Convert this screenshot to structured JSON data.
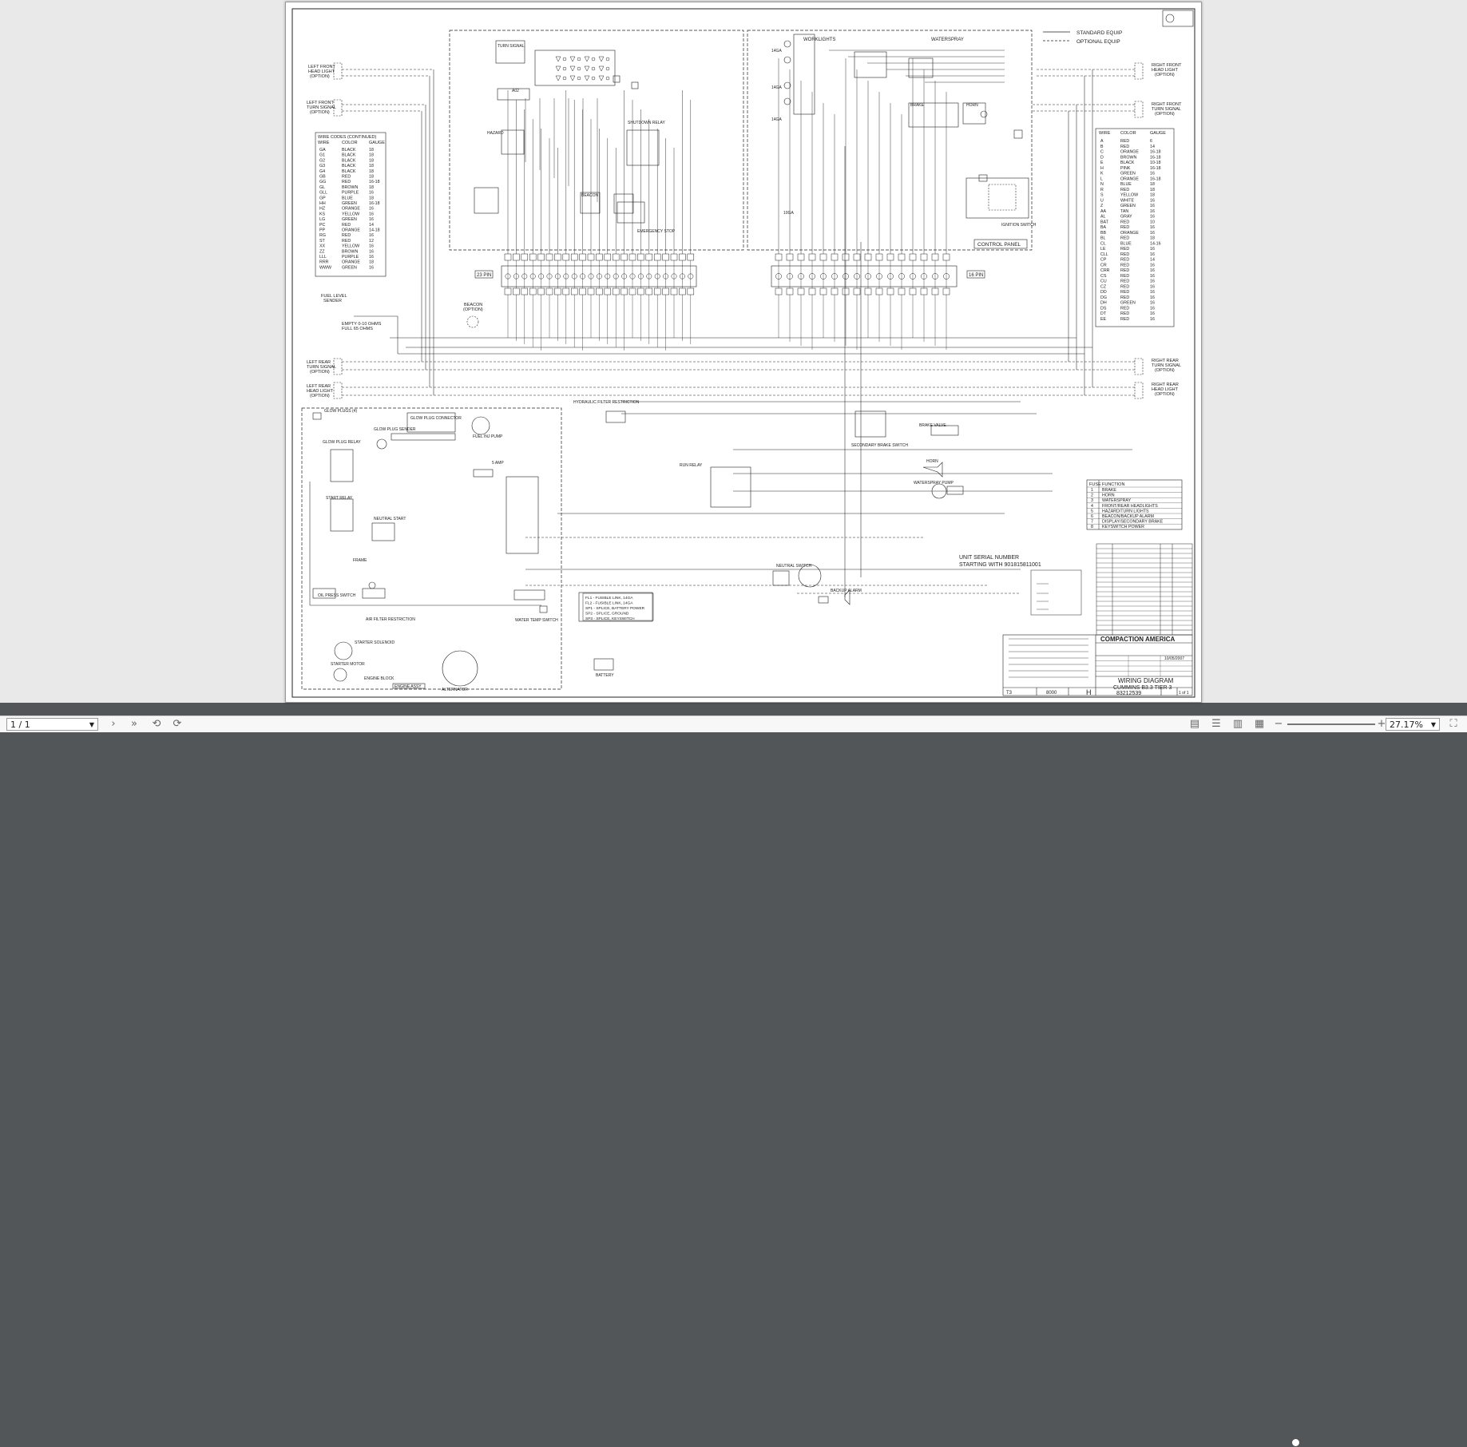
{
  "document": {
    "file_dims": "43.94 X 33.94 inch"
  },
  "toolbar": {
    "page_indicator": "1 / 1",
    "zoom_value": "27.17%",
    "zoom_out": "−",
    "zoom_in": "+"
  },
  "drawing": {
    "legend": {
      "standard": "STANDARD EQUIP",
      "optional": "OPTIONAL EQUIP"
    },
    "headers": {
      "worklights": "WORKLIGHTS",
      "waterspray": "WATERSPRAY",
      "control_panel": "CONTROL PANEL"
    },
    "left_labels": {
      "front_head": [
        "LEFT FRONT",
        "HEAD LIGHT",
        "(OPTION)"
      ],
      "front_turn": [
        "LEFT FRONT",
        "TURN SIGNAL",
        "(OPTION)"
      ],
      "rear_turn": [
        "LEFT REAR",
        "TURN SIGNAL",
        "(OPTION)"
      ],
      "rear_head": [
        "LEFT REAR",
        "HEAD LIGHT",
        "(OPTION)"
      ],
      "fuel_level": [
        "FUEL LEVEL",
        "SENDER"
      ],
      "fuel_values": [
        "EMPTY 0-10 OHMS",
        "FULL    65 OHMS"
      ],
      "beacon": [
        "BEACON",
        "(OPTION)"
      ]
    },
    "right_labels": {
      "front_head": [
        "RIGHT FRONT",
        "HEAD LIGHT",
        "(OPTION)"
      ],
      "front_turn": [
        "RIGHT FRONT",
        "TURN SIGNAL",
        "(OPTION)"
      ],
      "rear_turn": [
        "RIGHT REAR",
        "TURN SIGNAL",
        "(OPTION)"
      ],
      "rear_head": [
        "RIGHT REAR",
        "HEAD LIGHT",
        "(OPTION)"
      ]
    },
    "components": {
      "turn_signal": "TURN SIGNAL",
      "hazard": "HAZARD",
      "shutdown_relay": "SHUTDOWN RELAY",
      "beacon_sw": "BEACON",
      "emergency_stop": "EMERGENCY STOP",
      "brake": "BRAKE",
      "horn": "HORN",
      "ignition_switch": "IGNITION SWITCH",
      "pin23": "23 PIN",
      "pin16": "16 PIN",
      "glow_plugs": "GLOW PLUGS (4)",
      "glow_plug_connector": "GLOW PLUG CONNECTOR",
      "glow_plug_sender": "GLOW PLUG SENDER",
      "glow_plug_relay": "GLOW PLUG RELAY",
      "start_relay": "START RELAY",
      "neutral_start": "NEUTRAL START",
      "fuel_inj_pump": "FUEL INJ PUMP",
      "five_amp": "5 AMP",
      "frame": "FRAME",
      "hyd_filter": "HYDRAULIC FILTER RESTRICTION",
      "secondary_brake": "SECONDARY BRAKE SWITCH",
      "brake_valve": "BRAKE VALVE",
      "horn2": "HORN",
      "run_relay": "RUN RELAY",
      "waterspray_pump": "WATERSPRAY PUMP",
      "neutral_switch": "NEUTRAL SWITCH",
      "backup_alarm": "BACKUP ALARM",
      "oil_press": "OIL PRESS SWITCH",
      "air_filter": "AIR FILTER RESTRICTION",
      "water_temp": "WATER TEMP SWITCH",
      "starter_solenoid": "STARTER SOLENOID",
      "starter_motor": "STARTER MOTOR",
      "engine_block": "ENGINE BLOCK",
      "alternator": "ALTERNATOR",
      "battery": "BATTERY",
      "engine_assy": "ENGINE ASSY",
      "serial": [
        "UNIT SERIAL NUMBER",
        "STARTING WITH 901815811001"
      ]
    },
    "splices": [
      "FL1 - FUSIBLE LINK, 14GA",
      "FL2 - FUSIBLE LINK, 14GA",
      "SP1 - SPLICE, BATTERY POWER",
      "SP2 - SPLICE, GROUND",
      "SP3 - SPLICE, KEYSWITCH"
    ],
    "wire_codes_left": {
      "title": "WIRE CODES (CONTINUED)",
      "header": [
        "WIRE",
        "COLOR",
        "GAUGE"
      ],
      "rows": [
        [
          "GA",
          "BLACK",
          "18"
        ],
        [
          "G1",
          "BLACK",
          "18"
        ],
        [
          "G2",
          "BLACK",
          "18"
        ],
        [
          "G3",
          "BLACK",
          "18"
        ],
        [
          "G4",
          "BLACK",
          "18"
        ],
        [
          "GB",
          "RED",
          "18"
        ],
        [
          "GG",
          "RED",
          "16-18"
        ],
        [
          "GL",
          "BROWN",
          "18"
        ],
        [
          "GLL",
          "PURPLE",
          "16"
        ],
        [
          "GP",
          "BLUE",
          "18"
        ],
        [
          "HH",
          "GREEN",
          "16-18"
        ],
        [
          "HZ",
          "ORANGE",
          "16"
        ],
        [
          "KS",
          "YELLOW",
          "16"
        ],
        [
          "LG",
          "GREEN",
          "16"
        ],
        [
          "PC",
          "RED",
          "14"
        ],
        [
          "PP",
          "ORANGE",
          "14-18"
        ],
        [
          "RG",
          "RED",
          "16"
        ],
        [
          "ST",
          "RED",
          "12"
        ],
        [
          "XX",
          "YELLOW",
          "16"
        ],
        [
          "ZZ",
          "BROWN",
          "16"
        ],
        [
          "LLL",
          "PURPLE",
          "16"
        ],
        [
          "RRR",
          "ORANGE",
          "18"
        ],
        [
          "WWW",
          "GREEN",
          "16"
        ]
      ]
    },
    "wire_codes_right": {
      "header": [
        "WIRE",
        "COLOR",
        "GAUGE"
      ],
      "rows": [
        [
          "A",
          "RED",
          "6"
        ],
        [
          "B",
          "RED",
          "14"
        ],
        [
          "C",
          "ORANGE",
          "16-18"
        ],
        [
          "D",
          "BROWN",
          "16-18"
        ],
        [
          "E",
          "BLACK",
          "10-18"
        ],
        [
          "H",
          "PINK",
          "16-18"
        ],
        [
          "K",
          "GREEN",
          "16"
        ],
        [
          "L",
          "ORANGE",
          "16-18"
        ],
        [
          "N",
          "BLUE",
          "18"
        ],
        [
          "R",
          "RED",
          "18"
        ],
        [
          "S",
          "YELLOW",
          "18"
        ],
        [
          "U",
          "WHITE",
          "16"
        ],
        [
          "Z",
          "GREEN",
          "16"
        ],
        [
          "AA",
          "TAN",
          "16"
        ],
        [
          "AL",
          "GRAY",
          "16"
        ],
        [
          "BAT",
          "RED",
          "10"
        ],
        [
          "BA",
          "RED",
          "16"
        ],
        [
          "BB",
          "ORANGE",
          "16"
        ],
        [
          "BL",
          "RED",
          "18"
        ],
        [
          "CL",
          "BLUE",
          "14-16"
        ],
        [
          "LE",
          "RED",
          "16"
        ],
        [
          "CLL",
          "RED",
          "16"
        ],
        [
          "CP",
          "RED",
          "14"
        ],
        [
          "CR",
          "RED",
          "16"
        ],
        [
          "CRR",
          "RED",
          "16"
        ],
        [
          "CS",
          "RED",
          "16"
        ],
        [
          "CU",
          "RED",
          "16"
        ],
        [
          "CZ",
          "RED",
          "16"
        ],
        [
          "DD",
          "RED",
          "16"
        ],
        [
          "DG",
          "RED",
          "16"
        ],
        [
          "DH",
          "GREEN",
          "16"
        ],
        [
          "DS",
          "RED",
          "16"
        ],
        [
          "DT",
          "RED",
          "16"
        ],
        [
          "EE",
          "RED",
          "16"
        ]
      ]
    },
    "fuse_table": {
      "header": [
        "FUSE",
        "FUNCTION"
      ],
      "rows": [
        [
          "1",
          "BRAKE"
        ],
        [
          "2",
          "HORN"
        ],
        [
          "3",
          "WATERSPRAY"
        ],
        [
          "4",
          "FRONT/REAR HEADLIGHTS"
        ],
        [
          "5",
          "HAZARD/TURN LIGHTS"
        ],
        [
          "6",
          "BEACON/BACKUP ALARM"
        ],
        [
          "7",
          "DISPLAY/SECONDARY BRAKE"
        ],
        [
          "8",
          "KEYSWITCH POWER"
        ]
      ]
    },
    "title_block": {
      "company": "COMPACTION AMERICA",
      "title1": "WIRING DIAGRAM",
      "title2": "CUMMINS B3.3 TIER 3",
      "drawing_no": "83212539",
      "rev": "T3",
      "project": "8000",
      "size": "H",
      "date": "10/05/2007",
      "sheet": "1 of 1"
    }
  }
}
